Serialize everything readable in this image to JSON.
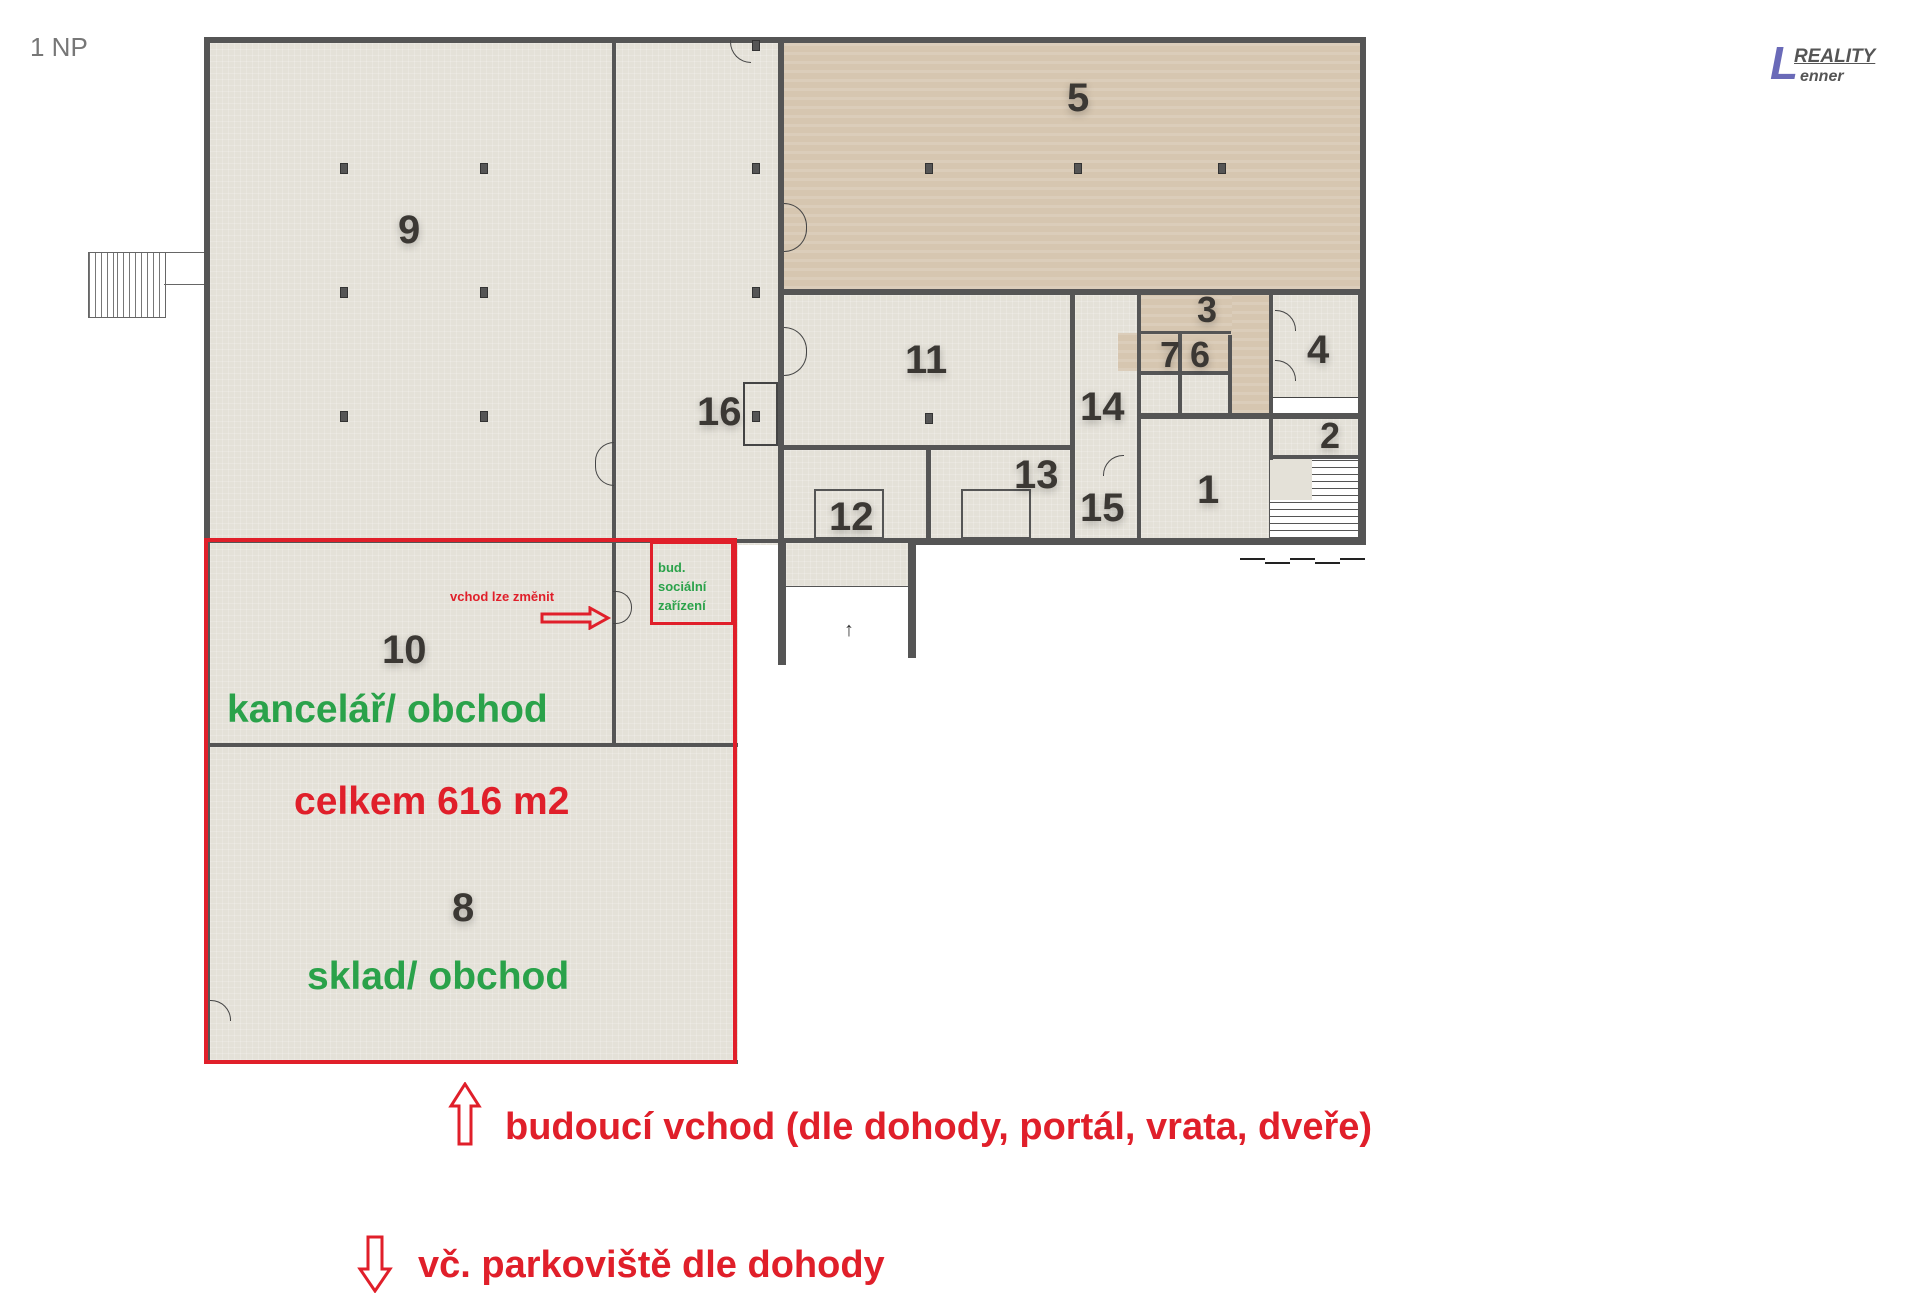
{
  "header": {
    "floor_label": "1 NP",
    "logo": {
      "letter": "L",
      "line1": "REALITY",
      "line2": "enner",
      "color": "#6a6ab8"
    }
  },
  "rooms": [
    {
      "id": "1",
      "label": "1"
    },
    {
      "id": "2",
      "label": "2"
    },
    {
      "id": "3",
      "label": "3"
    },
    {
      "id": "4",
      "label": "4"
    },
    {
      "id": "5",
      "label": "5"
    },
    {
      "id": "6",
      "label": "6"
    },
    {
      "id": "7",
      "label": "7"
    },
    {
      "id": "8",
      "label": "8"
    },
    {
      "id": "9",
      "label": "9"
    },
    {
      "id": "10",
      "label": "10"
    },
    {
      "id": "11",
      "label": "11"
    },
    {
      "id": "12",
      "label": "12"
    },
    {
      "id": "13",
      "label": "13"
    },
    {
      "id": "14",
      "label": "14"
    },
    {
      "id": "15",
      "label": "15"
    },
    {
      "id": "16",
      "label": "16"
    }
  ],
  "annotations": {
    "room10_use": "kancelář/ obchod",
    "room8_use": "sklad/ obchod",
    "total_area": "celkem 616 m2",
    "entrance_note": "vchod lze změnit",
    "sanitary_line1": "bud.",
    "sanitary_line2": "sociální",
    "sanitary_line3": "zařízení",
    "future_entrance": "budoucí vchod (dle dohody, portál, vrata, dveře)",
    "parking": "vč. parkoviště dle dohody"
  },
  "colors": {
    "highlight_red": "#e01f2a",
    "label_green": "#2aa24a",
    "floor_grey": "#e4e1d8",
    "floor_wood": "#d6c6b0",
    "wall": "#555555"
  }
}
